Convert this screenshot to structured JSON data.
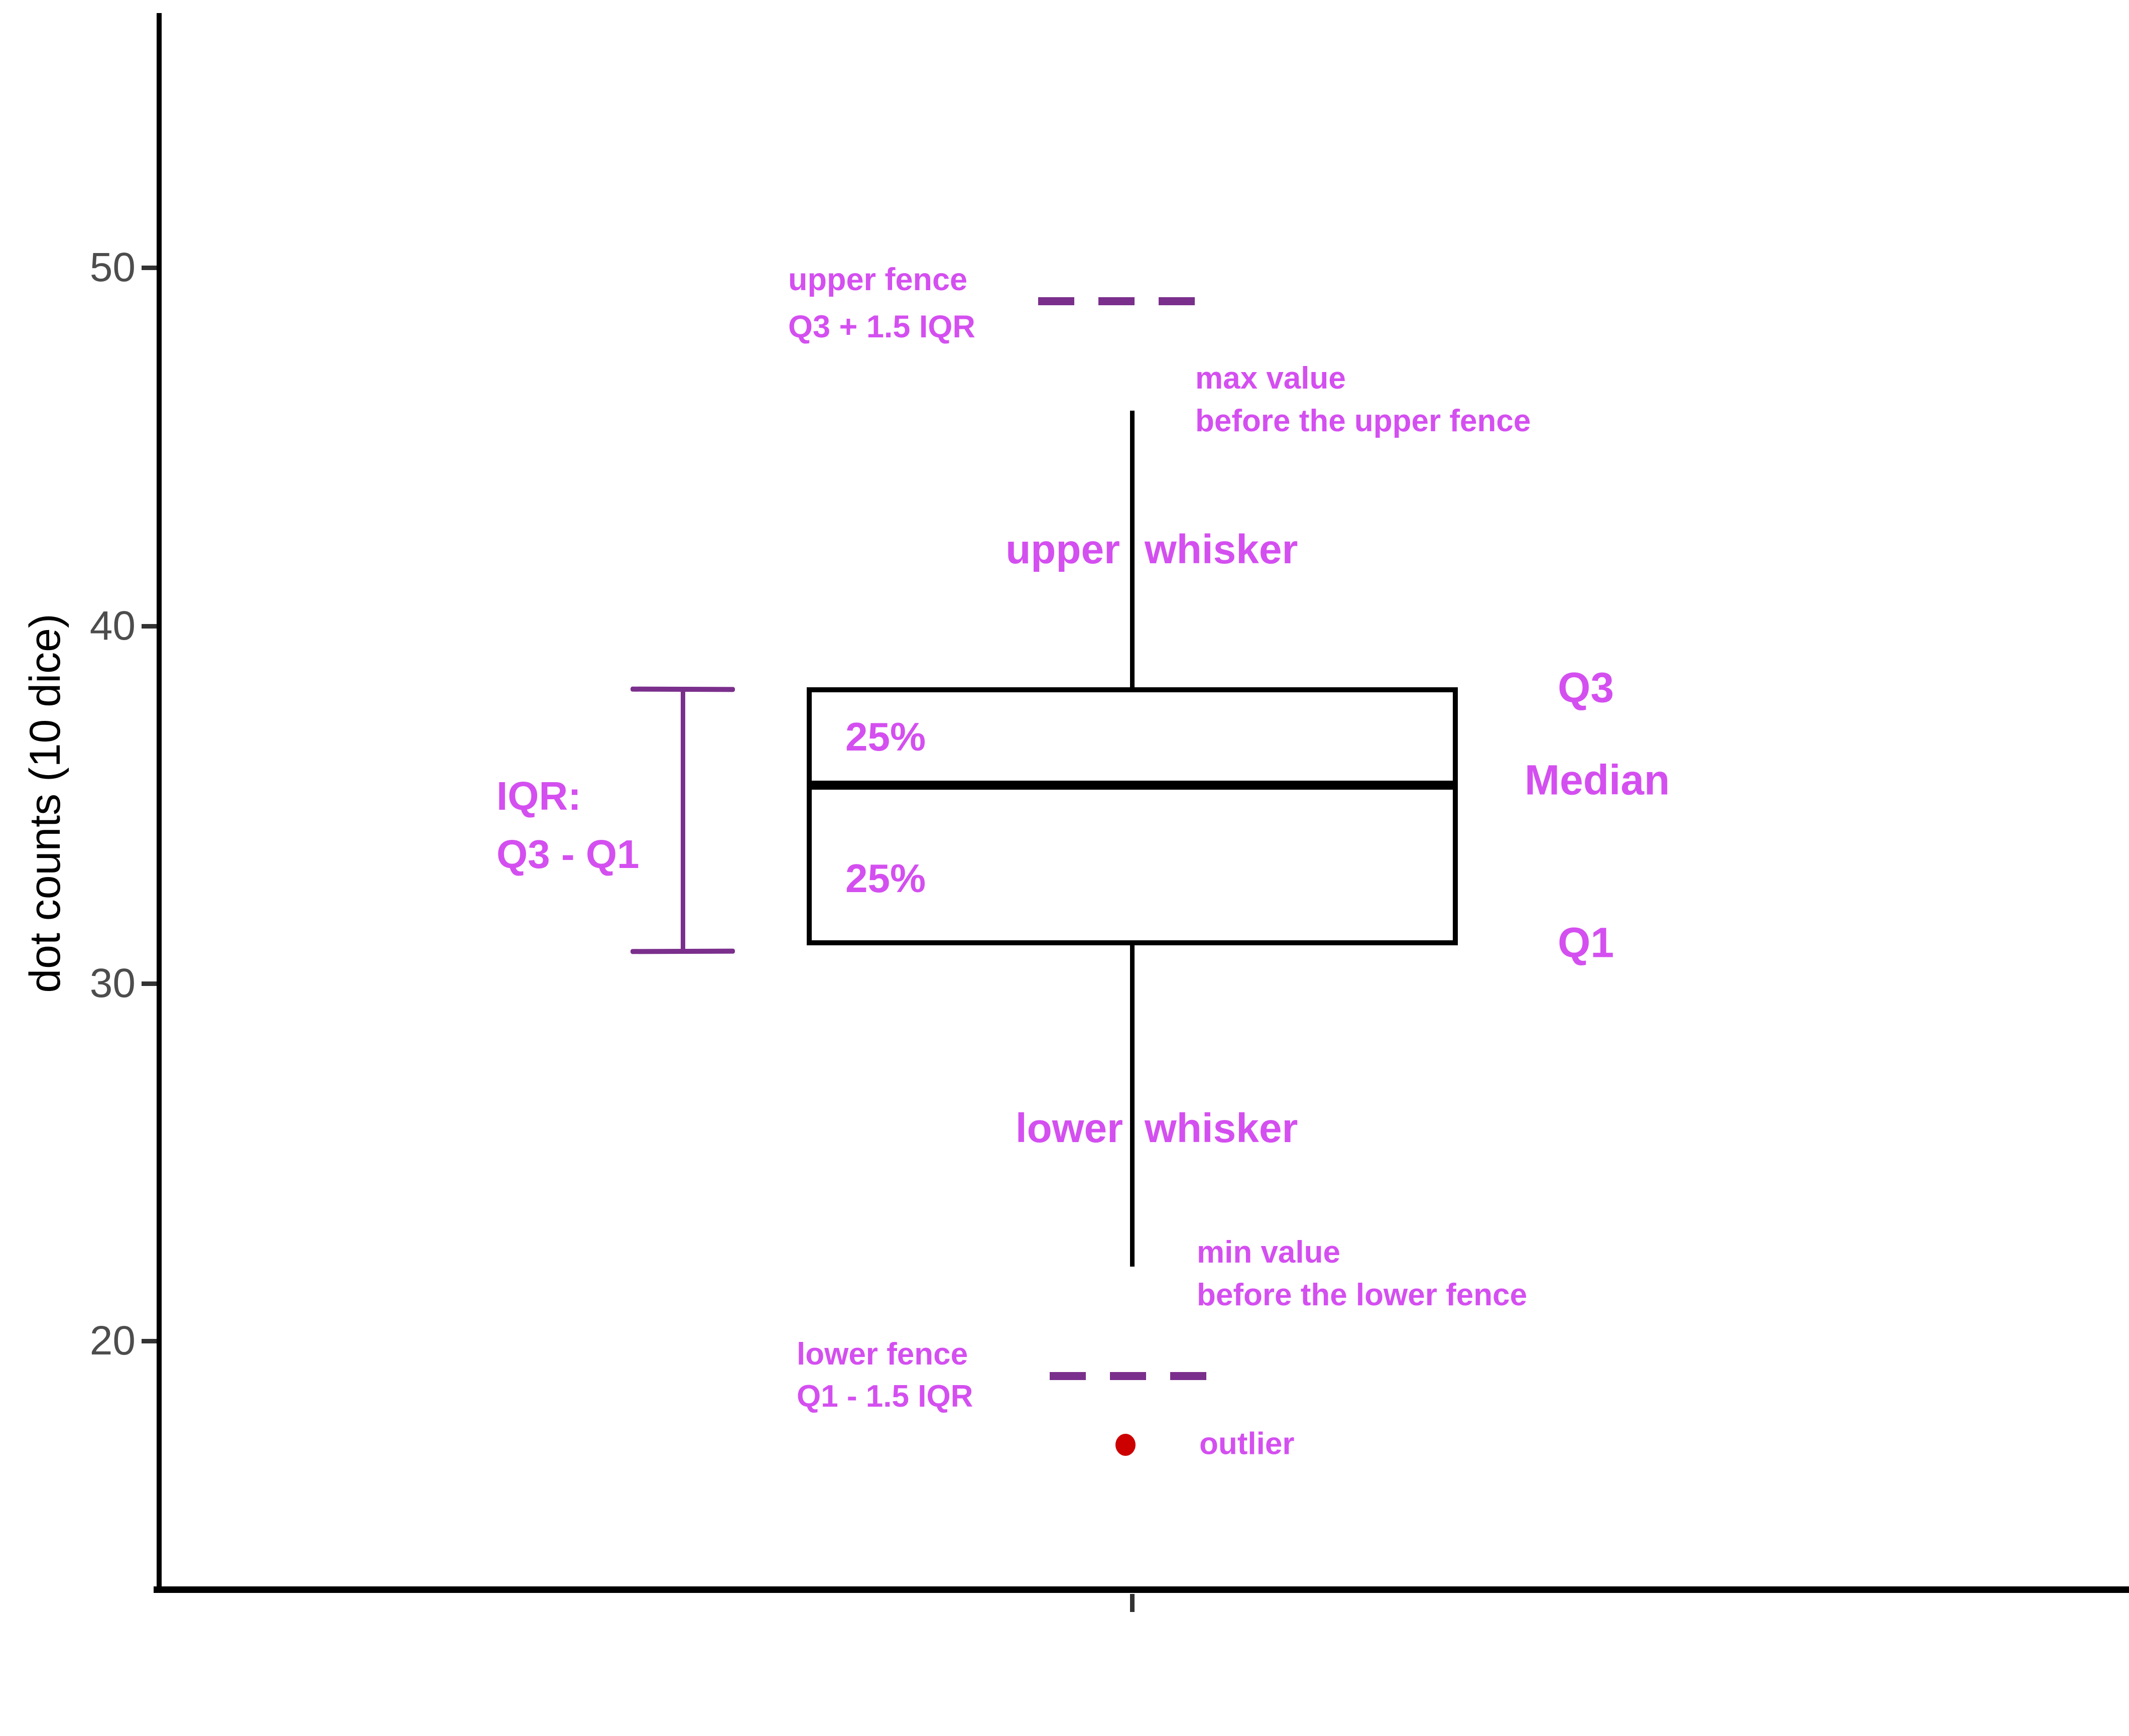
{
  "colors": {
    "label_magenta": "#d44ff0",
    "fence_purple": "#7b2f8c",
    "outlier_red": "#cd0000",
    "axis_text_gray": "#4d4d4d",
    "ink_black": "#000000"
  },
  "axis": {
    "ylabel": "dot counts (10 dice)",
    "yticks": [
      "50",
      "40",
      "30",
      "20"
    ]
  },
  "labels": {
    "upper_fence": {
      "line1": "upper fence",
      "line2": "Q3 + 1.5 IQR"
    },
    "max_value": {
      "line1": "max value",
      "line2": "before the upper fence"
    },
    "upper_whisker": {
      "word1": "upper",
      "word2": "whisker"
    },
    "pct_upper": "25%",
    "pct_lower": "25%",
    "q3": "Q3",
    "median": "Median",
    "q1": "Q1",
    "iqr": {
      "line1": "IQR:",
      "line2": "Q3 - Q1"
    },
    "lower_whisker": {
      "word1": "lower",
      "word2": "whisker"
    },
    "min_value": {
      "line1": "min value",
      "line2": "before the lower fence"
    },
    "lower_fence": {
      "line1": "lower fence",
      "line2": "Q1 - 1.5 IQR"
    },
    "outlier": "outlier"
  },
  "chart_data": {
    "type": "boxplot",
    "orientation": "vertical",
    "title": "",
    "xlabel": "",
    "ylabel": "dot counts (10 dice)",
    "yticks": [
      20,
      30,
      40,
      50
    ],
    "ylim": [
      13,
      57
    ],
    "grid": false,
    "series": [
      {
        "name": "dot counts (10 dice)",
        "q1": 31,
        "median": 35.4,
        "q3": 38.2,
        "iqr": 7.2,
        "whisker_low": 22,
        "whisker_high": 46,
        "lower_fence": 19,
        "upper_fence": 49,
        "outliers": [
          17
        ]
      }
    ],
    "annotations": [
      "upper fence Q3 + 1.5 IQR (dashed line at 49)",
      "max value before the upper fence (whisker top at 46)",
      "upper whisker",
      "25% (Q3 to median)",
      "25% (median to Q1)",
      "Q3",
      "Median",
      "Q1",
      "IQR: Q3 - Q1 (bracket spanning box height)",
      "lower whisker",
      "min value before the lower fence (whisker bottom at 22)",
      "lower fence Q1 - 1.5 IQR (dashed line at 19)",
      "outlier (red point at 17)"
    ]
  }
}
